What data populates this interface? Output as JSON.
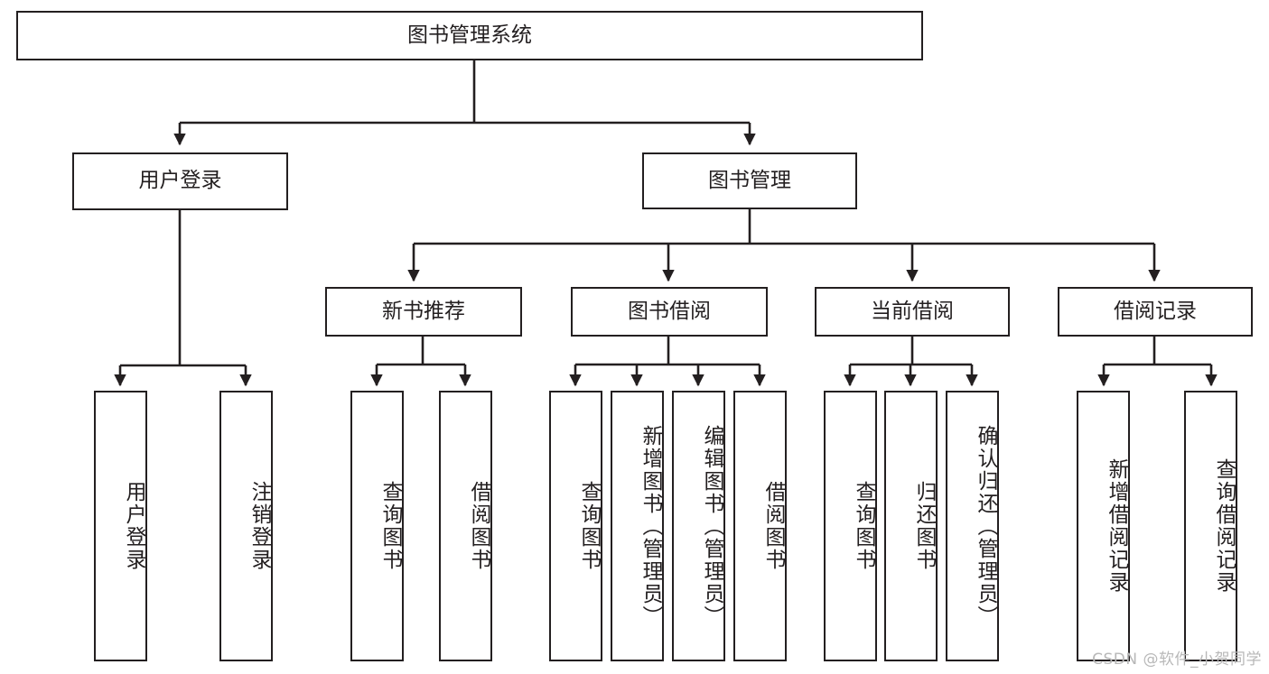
{
  "diagram": {
    "title": "图书管理系统",
    "type": "hierarchy-tree",
    "root": {
      "id": "root",
      "label": "图书管理系统"
    },
    "level2": [
      {
        "id": "user-login",
        "label": "用户登录"
      },
      {
        "id": "book-manage",
        "label": "图书管理"
      }
    ],
    "level3": [
      {
        "id": "new-book-recommend",
        "label": "新书推荐",
        "parent": "book-manage"
      },
      {
        "id": "book-borrow",
        "label": "图书借阅",
        "parent": "book-manage"
      },
      {
        "id": "current-borrow",
        "label": "当前借阅",
        "parent": "book-manage"
      },
      {
        "id": "borrow-record",
        "label": "借阅记录",
        "parent": "book-manage"
      }
    ],
    "leaves": [
      {
        "id": "leaf-user-login",
        "label": "用户登录",
        "parent": "user-login"
      },
      {
        "id": "leaf-logout-login",
        "label": "注销登录",
        "parent": "user-login"
      },
      {
        "id": "leaf-query-book-1",
        "label": "查询图书",
        "parent": "new-book-recommend"
      },
      {
        "id": "leaf-borrow-book-1",
        "label": "借阅图书",
        "parent": "new-book-recommend"
      },
      {
        "id": "leaf-query-book-2",
        "label": "查询图书",
        "parent": "book-borrow"
      },
      {
        "id": "leaf-add-book",
        "label": "新增图书（管理员）",
        "parent": "book-borrow"
      },
      {
        "id": "leaf-edit-book",
        "label": "编辑图书（管理员）",
        "parent": "book-borrow"
      },
      {
        "id": "leaf-borrow-book-2",
        "label": "借阅图书",
        "parent": "book-borrow"
      },
      {
        "id": "leaf-query-book-3",
        "label": "查询图书",
        "parent": "current-borrow"
      },
      {
        "id": "leaf-return-book",
        "label": "归还图书",
        "parent": "current-borrow"
      },
      {
        "id": "leaf-confirm-return",
        "label": "确认归还（管理员）",
        "parent": "current-borrow"
      },
      {
        "id": "leaf-add-record",
        "label": "新增借阅记录",
        "parent": "borrow-record"
      },
      {
        "id": "leaf-query-record",
        "label": "查询借阅记录",
        "parent": "borrow-record"
      }
    ],
    "watermark": "CSDN @软件_小贺同学",
    "colors": {
      "stroke": "#231f20",
      "background": "#ffffff",
      "watermark": "#b8b8b8"
    }
  }
}
